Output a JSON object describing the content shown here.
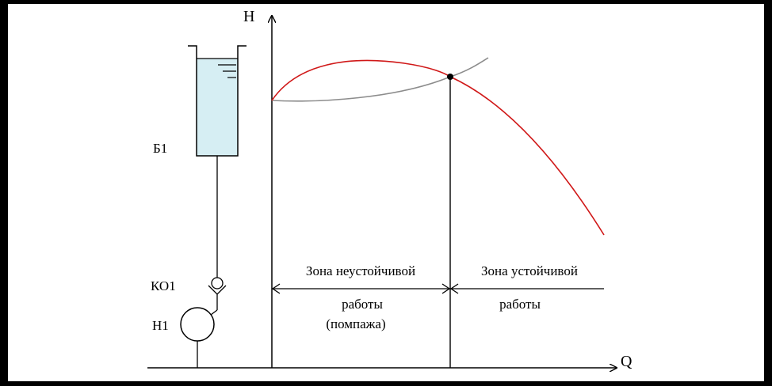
{
  "diagram": {
    "axes": {
      "y_label": "H",
      "x_label": "Q"
    },
    "devices": {
      "tank": "Б1",
      "check_valve": "КО1",
      "pump": "Н1"
    },
    "zones": {
      "unstable_line1": "Зона неустойчивой",
      "unstable_line2": "работы",
      "unstable_line3": "(помпажа)",
      "stable_line1": "Зона устойчивой",
      "stable_line2": "работы"
    },
    "colors": {
      "pump_curve": "#d01818",
      "system_curve": "#8c8c8c",
      "tank_water": "#d6eef3",
      "lines": "#000000"
    }
  }
}
